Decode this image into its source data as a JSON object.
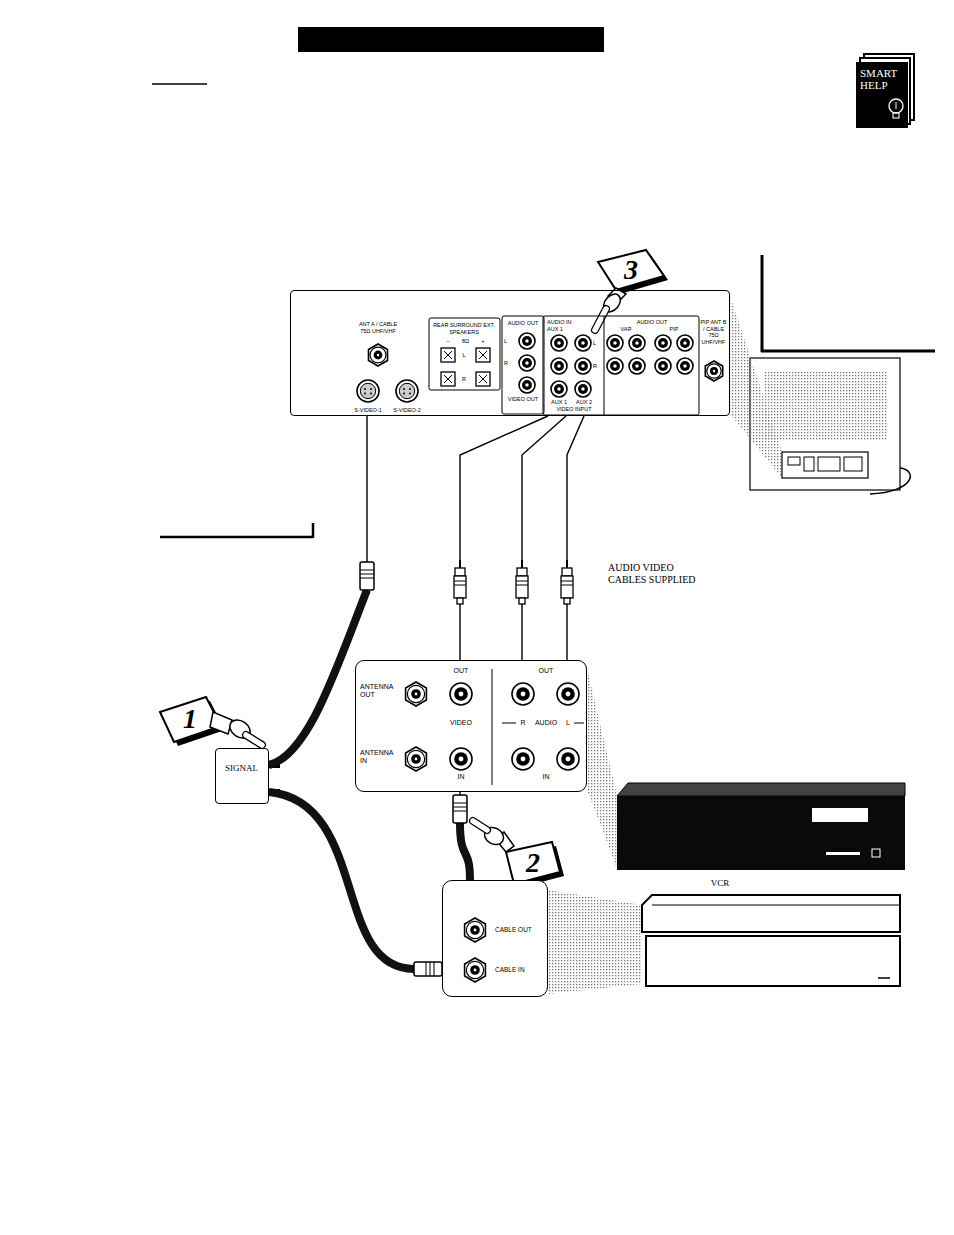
{
  "diagram": {
    "nodes": [
      {
        "text": [
          "SMART HELP"
        ]
      },
      {
        "text": [
          "ANT A / CABLE 75Ω UHF/VHF",
          "S-VIDEO-1",
          "S-VIDEO-2",
          "REAR SURROUND EXT. SPEAKERS",
          "–",
          "8Ω",
          "+",
          "L",
          "R",
          "AUDIO OUT",
          "L",
          "R",
          "VIDEO OUT",
          "AUDIO IN",
          "AUX 1",
          "L",
          "R",
          "AUX 1",
          "AUX 2",
          "VIDEO INPUT",
          "AUDIO OUT",
          "VAR",
          "PIP",
          "PIP ANT B / CABLE 75Ω UHF/VHF"
        ]
      },
      {
        "text": [
          "ANTENNA OUT",
          "ANTENNA IN",
          "OUT",
          "VIDEO",
          "IN",
          "OUT",
          "R",
          "AUDIO",
          "L",
          "IN"
        ]
      },
      {
        "text": [
          "SIGNAL"
        ]
      },
      {
        "text": [
          "CABLE OUT",
          "CABLE IN"
        ]
      }
    ],
    "edges": [
      {
        "from": 3,
        "to": 1,
        "arrow": "none"
      },
      {
        "from": 3,
        "to": 4,
        "arrow": "none"
      },
      {
        "from": 4,
        "to": 2,
        "arrow": "none"
      },
      {
        "from": 2,
        "to": 1,
        "arrow": "none"
      },
      {
        "from": 2,
        "to": 1,
        "arrow": "none"
      },
      {
        "from": 2,
        "to": 1,
        "arrow": "none"
      }
    ],
    "labels": [
      "3",
      "AUDIO VIDEO CABLES SUPPLIED",
      "1",
      "2",
      "VCR"
    ]
  }
}
